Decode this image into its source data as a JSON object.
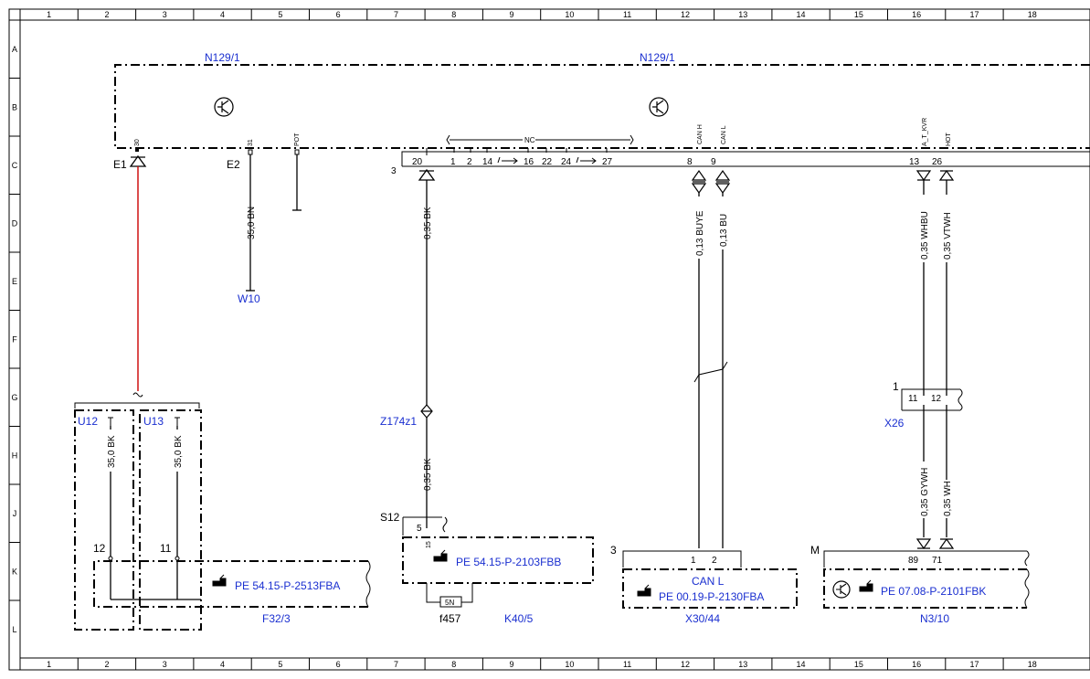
{
  "columns": [
    "1",
    "2",
    "3",
    "4",
    "5",
    "6",
    "7",
    "8",
    "9",
    "10",
    "11",
    "12",
    "13",
    "14",
    "15",
    "16",
    "17",
    "18"
  ],
  "rows": [
    "A",
    "B",
    "C",
    "D",
    "E",
    "F",
    "G",
    "H",
    "J",
    "K",
    "L"
  ],
  "components": {
    "n129_left": "N129/1",
    "n129_right": "N129/1",
    "e1": "E1",
    "e2": "E2",
    "w10": "W10",
    "u12": "U12",
    "u13": "U13",
    "f32_3": "F32/3",
    "z174z1": "Z174z1",
    "s12": "S12",
    "k40_5": "K40/5",
    "f457": "f457",
    "x30_44": "X30/44",
    "x26": "X26",
    "n3_10": "N3/10",
    "can_l": "CAN L"
  },
  "references": {
    "pe_f32": "PE 54.15-P-2513FBA",
    "pe_k40": "PE 54.15-P-2103FBB",
    "pe_x30": "PE 00.19-P-2130FBA",
    "pe_n3": "PE 07.08-P-2101FBK"
  },
  "pins": {
    "p30": "30",
    "p31": "31",
    "pot": "POT",
    "nc": "NC",
    "can_h": "CAN H",
    "can_l": "CAN L",
    "a_t_kvr": "A_T_KVR",
    "hot": "HOT",
    "p20": "20",
    "p1": "1",
    "p2": "2",
    "p14": "14",
    "p16": "16",
    "p22": "22",
    "p24": "24",
    "p27": "27",
    "p8": "8",
    "p9": "9",
    "p13": "13",
    "p26": "26",
    "p3a": "3",
    "p3b": "3",
    "p1x26": "1",
    "p11": "11",
    "p12": "12",
    "p5": "5",
    "p15": "15",
    "p12u": "12",
    "p11u": "11",
    "p1x30": "1",
    "p2x30": "2",
    "p89": "89",
    "p71": "71",
    "pm": "M",
    "fuse": "5N"
  },
  "wires": {
    "w_35bn": "35,0 BN",
    "w_035bk_a": "0,35 BK",
    "w_035bk_b": "0,35 BK",
    "w_013buye": "0,13 BUYE",
    "w_013bu": "0,13 BU",
    "w_035whbu": "0,35 WHBU",
    "w_035vtwh": "0,35 VTWH",
    "w_35bk_a": "35,0 BK",
    "w_35bk_b": "35,0 BK",
    "w_035gywh": "0,35 GYWH",
    "w_035wh": "0,35 WH"
  },
  "colors": {
    "link": "#1a2fd0",
    "power_wire": "#cc0000"
  },
  "icons": [
    "transistor-icon",
    "pointing-hand-icon",
    "component-symbol-icon",
    "fuse-icon"
  ]
}
